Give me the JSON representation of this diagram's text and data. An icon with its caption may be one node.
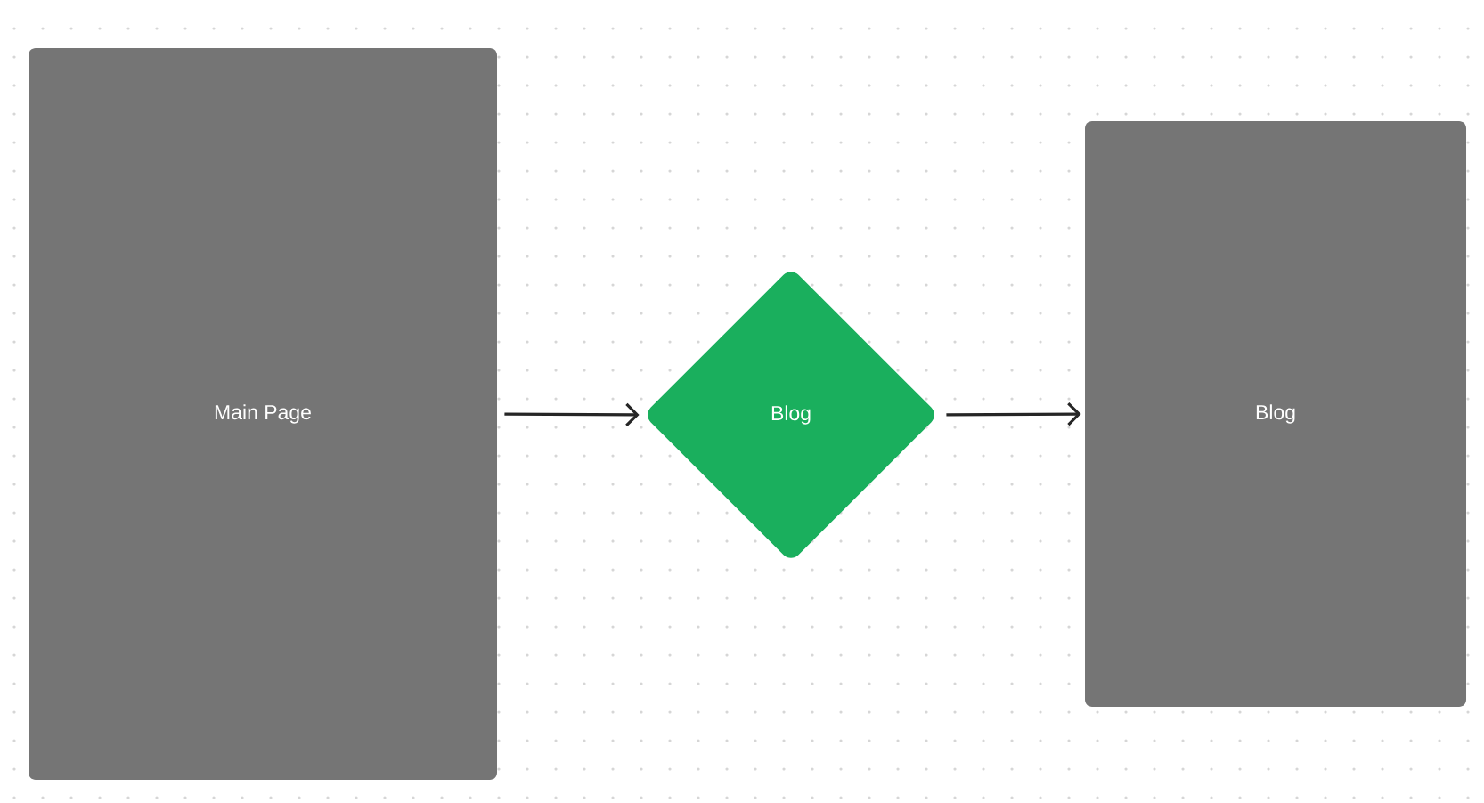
{
  "diagram": {
    "nodes": [
      {
        "text": [
          "Main Page"
        ]
      },
      {
        "text": [
          "Blog"
        ]
      },
      {
        "text": [
          "Blog"
        ]
      }
    ],
    "edges": [
      {
        "from": 0,
        "to": 1,
        "arrow": "to"
      },
      {
        "from": 1,
        "to": 2,
        "arrow": "to"
      }
    ]
  }
}
